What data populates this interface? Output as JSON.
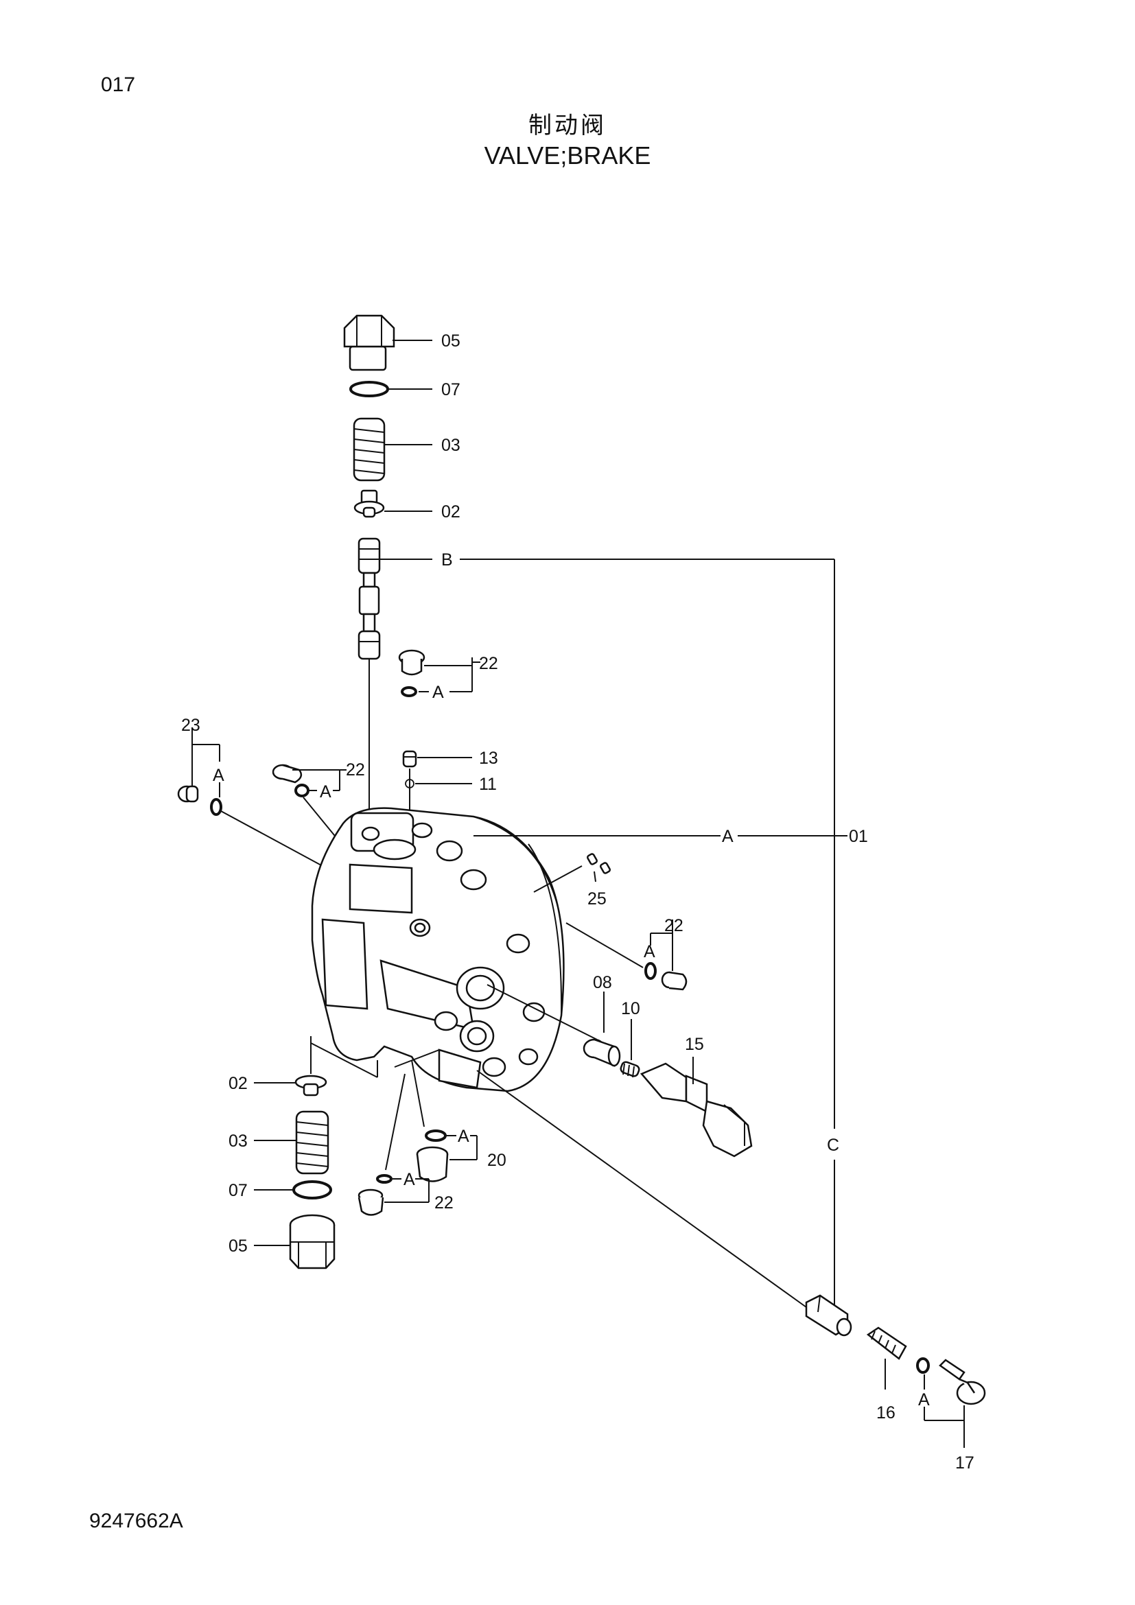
{
  "page": {
    "number": "017",
    "title_cn": "制动阀",
    "title_en": "VALVE;BRAKE",
    "doc_code": "9247662A"
  },
  "callouts": {
    "c05a": "05",
    "c07a": "07",
    "c03a": "03",
    "c02a": "02",
    "cB": "B",
    "cB_rail": "B",
    "c22a": "22",
    "c22a_A": "A",
    "c13": "13",
    "c11": "11",
    "c23": "23",
    "c23_A": "A",
    "c22b": "22",
    "c22b_A": "A",
    "cA_main": "A",
    "c01": "01",
    "c25": "25",
    "c22c": "22",
    "c22c_A": "A",
    "c08": "08",
    "c10": "10",
    "c15": "15",
    "c02b": "02",
    "c03b": "03",
    "c07b": "07",
    "c05b": "05",
    "c20_A": "A",
    "c20": "20",
    "c22d_A": "A",
    "c22d": "22",
    "cC": "C",
    "c16": "16",
    "c17_A": "A",
    "c17": "17"
  }
}
